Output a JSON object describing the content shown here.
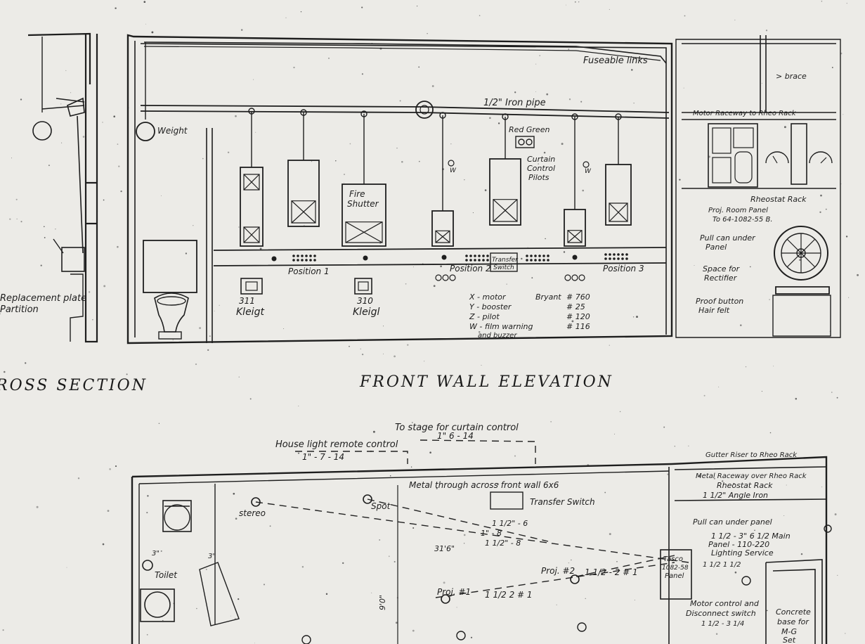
{
  "titles": {
    "cross_section": "ROSS SECTION",
    "front_wall": "FRONT WALL ELEVATION"
  },
  "elevation": {
    "fuseable_links": "Fuseable links",
    "brace": "> brace",
    "iron_pipe": "1/2\" Iron pipe",
    "weight": "Weight",
    "red_green": "Red Green",
    "curtain_pilots": [
      "Curtain",
      "Control",
      "Pilots"
    ],
    "fire_shutter": [
      "Fire",
      "Shutter"
    ],
    "motor_raceway": "Motor Raceway to Rheo Rack",
    "rheostat_rack": "Rheostat Rack",
    "proj_room_panel": [
      "Proj. Room Panel",
      "To 64-1082-55 B."
    ],
    "pull_can": [
      "Pull can under",
      "Panel"
    ],
    "space_rectifier": [
      "Space for",
      "Rectifier"
    ],
    "proof_button": [
      "Proof button",
      "Hair felt"
    ],
    "positions": [
      "Position 1",
      "Position 2",
      "Position 3"
    ],
    "transfer_switch": [
      "Transfer",
      "Switch"
    ],
    "klieg": [
      {
        "num": "311",
        "label": "Kleigt"
      },
      {
        "num": "310",
        "label": "Kleigl"
      }
    ],
    "legend": [
      {
        "key": "X - motor",
        "mid": "Bryant",
        "val": "# 760"
      },
      {
        "key": "Y - booster",
        "mid": "",
        "val": "# 25"
      },
      {
        "key": "Z - pilot",
        "mid": "",
        "val": "# 120"
      },
      {
        "key": "W - film warning",
        "mid": "",
        "val": "# 116"
      },
      {
        "key": "and buzzer",
        "mid": "",
        "val": ""
      }
    ],
    "replacement_plate": [
      "Replacement plate",
      "Partition"
    ],
    "markers": [
      "W",
      "W"
    ]
  },
  "plan": {
    "stage_curtain": "To stage for curtain control",
    "stage_curtain_size": "1\" 6 - 14",
    "house_light": "House light remote control",
    "house_light_size": "1\" - 7 - 14",
    "gutter_riser": "Gutter Riser to Rheo Rack",
    "metal_raceway_rheo": "Metal Raceway over Rheo Rack",
    "metal_front_wall": "Metal through across front wall 6x6",
    "rheostat_rack": "Rheostat Rack",
    "angle_iron": "1 1/2\" Angle Iron",
    "stereo": "stereo",
    "spot": "Spot",
    "transfer_switch": "Transfer Switch",
    "pull_can": "Pull can under panel",
    "conduit_1": "1 1/2\" - 6",
    "conduit_2": "1\" - 8",
    "conduit_3": "1 1/2\" - 8",
    "dimension": "31'6\"",
    "main_feed": "1 1/2 - 3\" 6 1/2 Main",
    "lighting_service": [
      "Panel - 110-220",
      "Lighting Service"
    ],
    "tasco_panel": [
      "Tasco",
      "1082-58",
      "Panel"
    ],
    "sizes_small": "1 1/2   1 1/2",
    "proj1": "Proj. #1",
    "proj1_wire": "1 1/2 2 # 1",
    "proj2": "Proj. #2",
    "proj2_wire": "1 1/2 - 2 # 1",
    "toilet": "Toilet",
    "motor_control": [
      "Motor control and",
      "Disconnect switch"
    ],
    "motor_size": "1 1/2 - 3 1/4",
    "concrete_base": [
      "Concrete",
      "base for",
      "M-G",
      "Set"
    ],
    "dim_side": "9'0\"",
    "small_dim": "3\"",
    "small_dim_b": "3\""
  }
}
